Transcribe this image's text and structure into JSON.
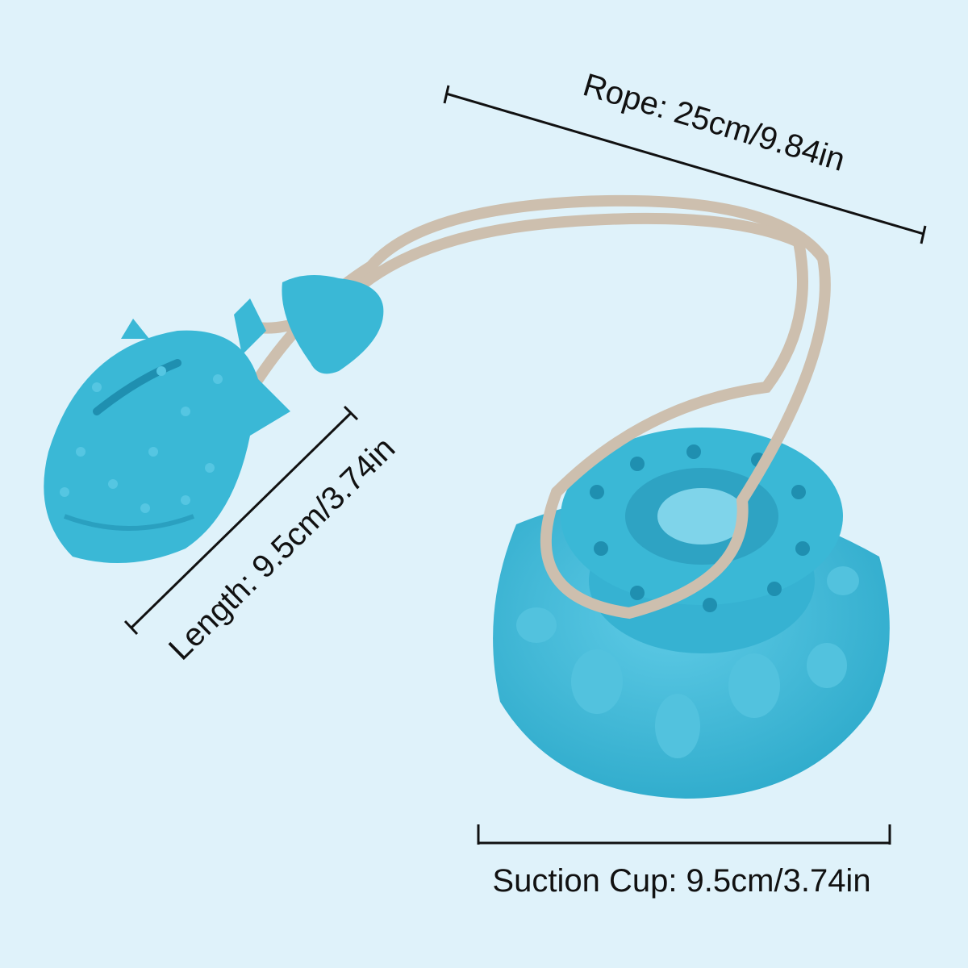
{
  "dimensions": {
    "rope": "Rope: 25cm/9.84in",
    "length": "Length: 9.5cm/3.74in",
    "suction_cup": "Suction Cup: 9.5cm/3.74in"
  },
  "colors": {
    "background": "#dff2fa",
    "toy": "#3ab8d6",
    "rope": "#cdbfae",
    "line": "#111111"
  }
}
